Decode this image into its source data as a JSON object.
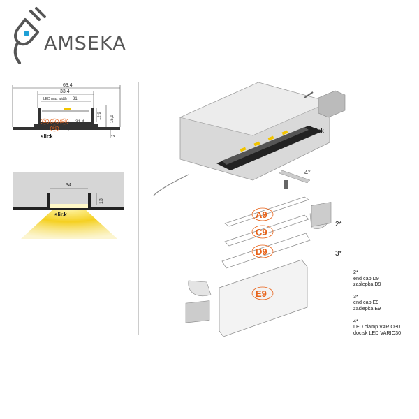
{
  "brand": {
    "name": "AMSEKA",
    "accent": "#1ea0d6"
  },
  "section_diagram": {
    "dim_total": "63,4",
    "dim_inner": "33,4",
    "led_max_width": "LED max width",
    "dim_led": "31",
    "dim_height_inner": "12,9",
    "dim_height_total": "15,9",
    "dim_base": "2",
    "cover_row1": [
      "C9",
      "D9",
      "E9"
    ],
    "cover_row1_dim": "31,4",
    "cover_row2": [
      "A9"
    ],
    "cover_row2_dim": "31,4",
    "slick_label": "slick"
  },
  "light_diagram": {
    "dim_width": "34",
    "dim_height": "13",
    "slick_label": "slick"
  },
  "assembly": {
    "slick_label": "slick",
    "covers": [
      "A9",
      "C9",
      "D9",
      "E9"
    ],
    "callouts": {
      "c2": "2*",
      "c3": "3*",
      "c4": "4*"
    }
  },
  "notes": [
    {
      "mark": "2*",
      "line1": "end cap D9",
      "line2": "zaślepka D9"
    },
    {
      "mark": "3*",
      "line1": "end cap E9",
      "line2": "zaślepka E9"
    },
    {
      "mark": "4*",
      "line1": "LED clamp VARIO30",
      "line2": "docisk LED VARIO30"
    }
  ],
  "colors": {
    "cover_label": "#e8631a",
    "profile_fill": "#d9d9d9",
    "frame": "#cccccc"
  }
}
